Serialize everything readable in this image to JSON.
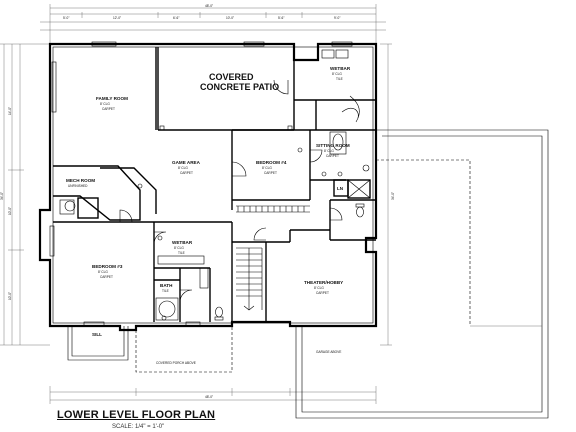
{
  "plan": {
    "title": "LOWER LEVEL FLOOR PLAN",
    "scale": "SCALE: 1/4\" = 1'-0\"",
    "rooms": {
      "family_room": {
        "name": "FAMILY ROOM",
        "spec": "8' CLG",
        "floor": "CARPET"
      },
      "covered_patio": {
        "line1": "COVERED",
        "line2": "CONCRETE PATIO"
      },
      "wetbar_upper": {
        "name": "WETBAR",
        "spec": "8' CLG",
        "floor": "TILE"
      },
      "game_area": {
        "name": "GAME AREA",
        "spec": "8' CLG",
        "floor": "CARPET"
      },
      "bedroom_4": {
        "name": "BEDROOM #4",
        "spec": "8' CLG",
        "floor": "CARPET"
      },
      "sitting_room": {
        "name": "SITTING ROOM",
        "spec": "8' CLG",
        "floor": "CARPET"
      },
      "mech_room": {
        "name": "MECH ROOM",
        "spec": "UNFINISHED"
      },
      "bedroom_3": {
        "name": "BEDROOM #3",
        "spec": "8' CLG",
        "floor": "CARPET"
      },
      "wetbar_lower": {
        "name": "WETBAR",
        "spec": "8' CLG",
        "floor": "TILE"
      },
      "bath": {
        "name": "BATH",
        "spec": "TILE"
      },
      "theater_hobby": {
        "name": "THEATER/HOBBY",
        "spec": "8' CLG",
        "floor": "CARPET"
      },
      "ln": {
        "name": "LN"
      },
      "garage_above": {
        "name": "GARAGE ABOVE"
      },
      "sill": {
        "name": "SILL"
      },
      "covered_porch": {
        "name": "COVERED PORCH ABOVE"
      }
    },
    "dimensions": {
      "top_overall": "48'-0\"",
      "bottom_overall": "48'-0\"",
      "left_overall": "34'-0\"",
      "right_overall": "34'-0\"",
      "top_segments": [
        "5'-0\"",
        "12'-0\"",
        "6'-6\"",
        "10'-0\"",
        "5'-6\"",
        "9'-0\""
      ],
      "left_segments": [
        "14'-0\"",
        "10'-0\"",
        "10'-0\""
      ]
    }
  }
}
